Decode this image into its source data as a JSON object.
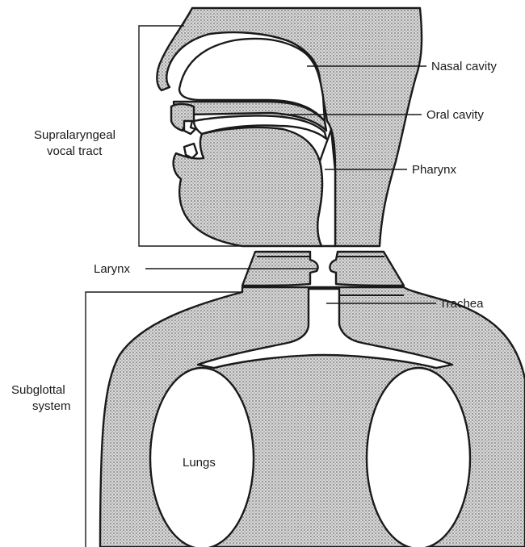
{
  "labels": {
    "nasal_cavity": "Nasal cavity",
    "oral_cavity": "Oral cavity",
    "pharynx": "Pharynx",
    "supralaryngeal_line1": "Supralaryngeal",
    "supralaryngeal_line2": "vocal tract",
    "larynx": "Larynx",
    "trachea": "Trachea",
    "subglottal_line1": "Subglottal",
    "subglottal_line2": "system",
    "lungs": "Lungs"
  },
  "colors": {
    "ink": "#1a1a1a",
    "stipple_dot": "#6e6e6e",
    "stipple_bg": "#d9d9d9",
    "background": "#ffffff"
  }
}
